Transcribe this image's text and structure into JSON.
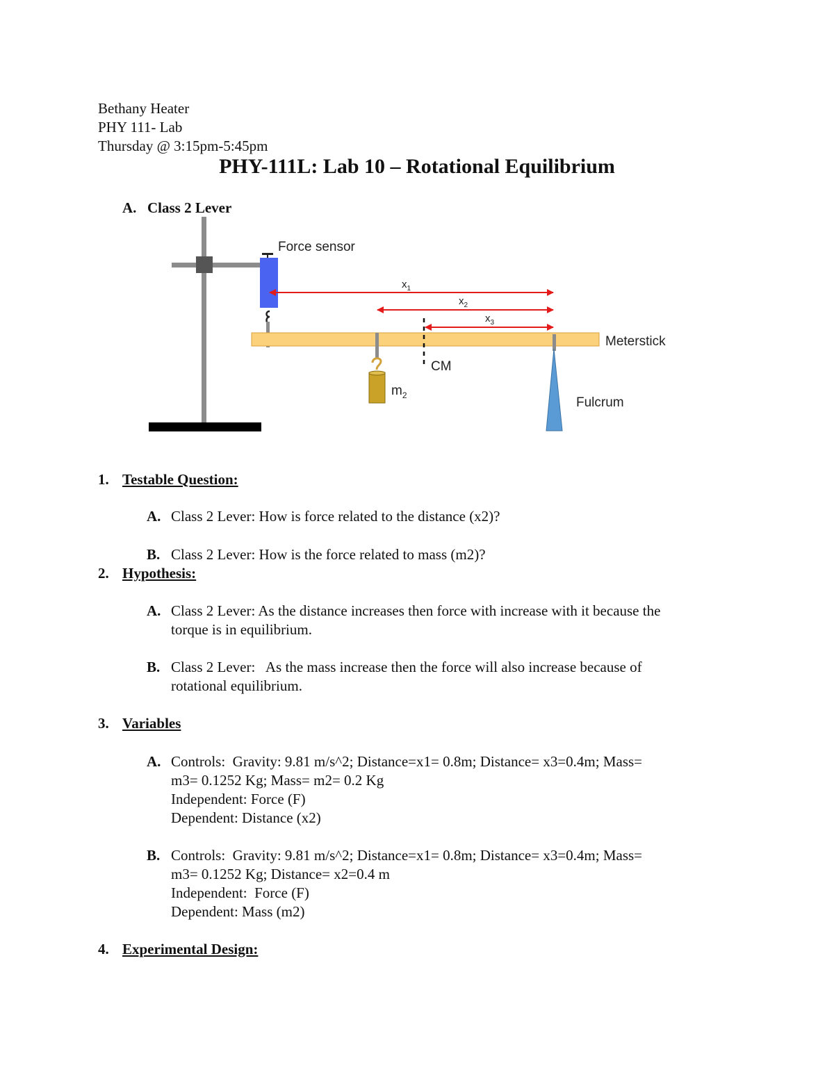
{
  "header": {
    "name": "Bethany Heater",
    "course": "PHY 111- Lab",
    "schedule": "Thursday @ 3:15pm-5:45pm"
  },
  "title": "PHY-111L: Lab 10 – Rotational Equilibrium",
  "part": {
    "letter": "A.",
    "title": "Class 2 Lever"
  },
  "diagram": {
    "force_sensor": "Force sensor",
    "x1": "x",
    "x1_sub": "1",
    "x2": "x",
    "x2_sub": "2",
    "x3": "x",
    "x3_sub": "3",
    "meterstick": "Meterstick",
    "cm": "CM",
    "m2": "m",
    "m2_sub": "2",
    "fulcrum": "Fulcrum",
    "colors": {
      "sensor": "#4a63f0",
      "arrow": "#e31b1b",
      "meterstick": "#fbd17b",
      "mass": "#c9a227",
      "fulcrum": "#5b9bd5",
      "stand": "#8c8c8c"
    }
  },
  "sections": [
    {
      "num": "1.",
      "heading": "Testable Question:",
      "items": [
        {
          "letter": "A.",
          "lines": [
            "Class 2 Lever: How is force related to the distance (x2)?"
          ]
        },
        {
          "letter": "B.",
          "lines": [
            "Class 2 Lever: How is the force related to mass (m2)?"
          ]
        }
      ]
    },
    {
      "num": "2.",
      "heading": "Hypothesis:",
      "items": [
        {
          "letter": "A.",
          "lines": [
            "Class 2 Lever: As the distance increases then force with increase with it because the",
            "torque is in equilibrium."
          ]
        },
        {
          "letter": "B.",
          "lines": [
            "Class 2 Lever:   As the mass increase then the force will also increase because of",
            "rotational equilibrium."
          ]
        }
      ]
    },
    {
      "num": "3.",
      "heading": "Variables",
      "items": [
        {
          "letter": "A.",
          "lines": [
            "Controls:  Gravity: 9.81 m/s^2; Distance=x1= 0.8m; Distance= x3=0.4m; Mass=",
            "m3= 0.1252 Kg; Mass= m2= 0.2 Kg",
            "Independent: Force (F)",
            "Dependent: Distance (x2)"
          ]
        },
        {
          "letter": "B.",
          "lines": [
            "Controls:  Gravity: 9.81 m/s^2; Distance=x1= 0.8m; Distance= x3=0.4m; Mass=",
            "m3= 0.1252 Kg; Distance= x2=0.4 m",
            "Independent:  Force (F)",
            "Dependent: Mass (m2)"
          ]
        }
      ]
    },
    {
      "num": "4.",
      "heading": "Experimental Design:",
      "items": []
    }
  ]
}
